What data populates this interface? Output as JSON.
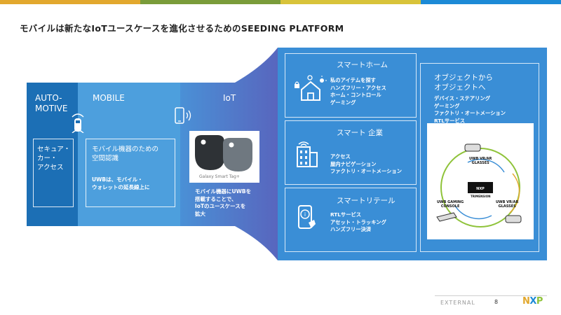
{
  "title": "モバイルは新たなIoTユースケースを進化させるためのSEEDING PLATFORM",
  "colors": {
    "automotive": "#1e73b9",
    "mobile": "#4f9fdc",
    "iot_start": "#3f8fd4",
    "iot_end": "#5c6fc0",
    "right_panel": "#3a8fd6",
    "top_bar": [
      "#e2a82e",
      "#7a9c3a",
      "#d8c33a",
      "#1c8ad6"
    ]
  },
  "columns": {
    "automotive": {
      "heading": "AUTO-\nMOTIVE",
      "body": "セキュア・\nカー・\nアクセス"
    },
    "mobile": {
      "heading": "MOBILE",
      "body1": "モバイル機器のための\n空間認識",
      "body2": "UWBは、モバイル・\nウォレットの延長線上に"
    },
    "iot": {
      "heading": "IoT",
      "image_caption": "Galaxy Smart Tag+",
      "body": "モバイル機器にUWBを\n搭載することで、\nIoTのユースケースを\n拡大"
    }
  },
  "panels": {
    "smart_home": {
      "title": "スマートホーム",
      "items": [
        "私のアイテムを探す",
        "ハンズフリー・アクセス",
        "ホーム・コントロール",
        "ゲーミング"
      ]
    },
    "smart_enterprise": {
      "title": "スマート 企業",
      "items": [
        "アクセス",
        "屋内ナビゲーション",
        "ファクトリ・オートメーション"
      ]
    },
    "smart_retail": {
      "title": "スマートリテール",
      "items": [
        "RTLサービス",
        "アセット・トラッキング",
        "ハンズフリー決済"
      ]
    },
    "object": {
      "title": "オブジェクトから\nオブジェクトへ",
      "items": [
        "デバイス・ステアリング",
        "ゲーミング",
        "ファクトリ・オートメーション",
        "RTLサービス"
      ],
      "diagram": {
        "top_label": "UWB VR/AR\nGLASSES",
        "left_label": "UWB GAMING\nCONSOLE",
        "right_label": "UWB VR/AR\nGLASSES",
        "chip_label": "TRIMENSION"
      }
    }
  },
  "footer": {
    "classification": "EXTERNAL",
    "page": "8",
    "logo": "NXP"
  }
}
